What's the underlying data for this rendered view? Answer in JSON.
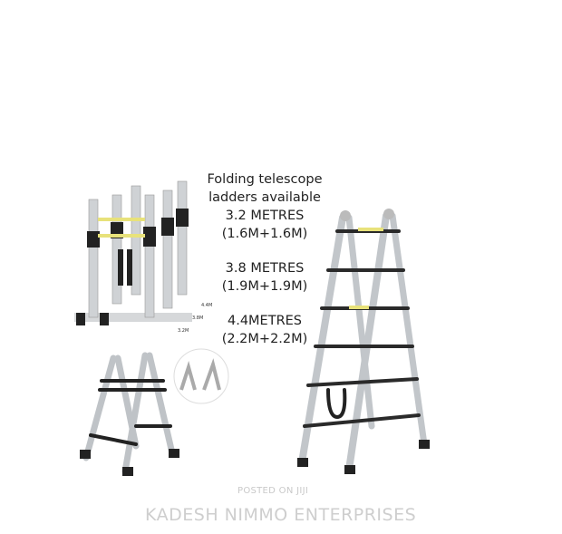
{
  "caption": {
    "line1": "Folding telescope",
    "line2": "ladders available",
    "size1": "3.2 METRES",
    "split1": "(1.6M+1.6M)",
    "size2": "3.8 METRES",
    "split2": "(1.9M+1.9M)",
    "size3": "4.4METRES",
    "split3": "(2.2M+2.2M)"
  },
  "size_labels": [
    "4.4M",
    "3.8M",
    "3.2M"
  ],
  "watermark": {
    "posted": "POSTED ON JIJI",
    "seller": "KADESH NIMMO ENTERPRISES"
  },
  "colors": {
    "aluminium": "#c9ccd0",
    "rubber": "#222222",
    "rung_tape": "#e8e27a"
  }
}
